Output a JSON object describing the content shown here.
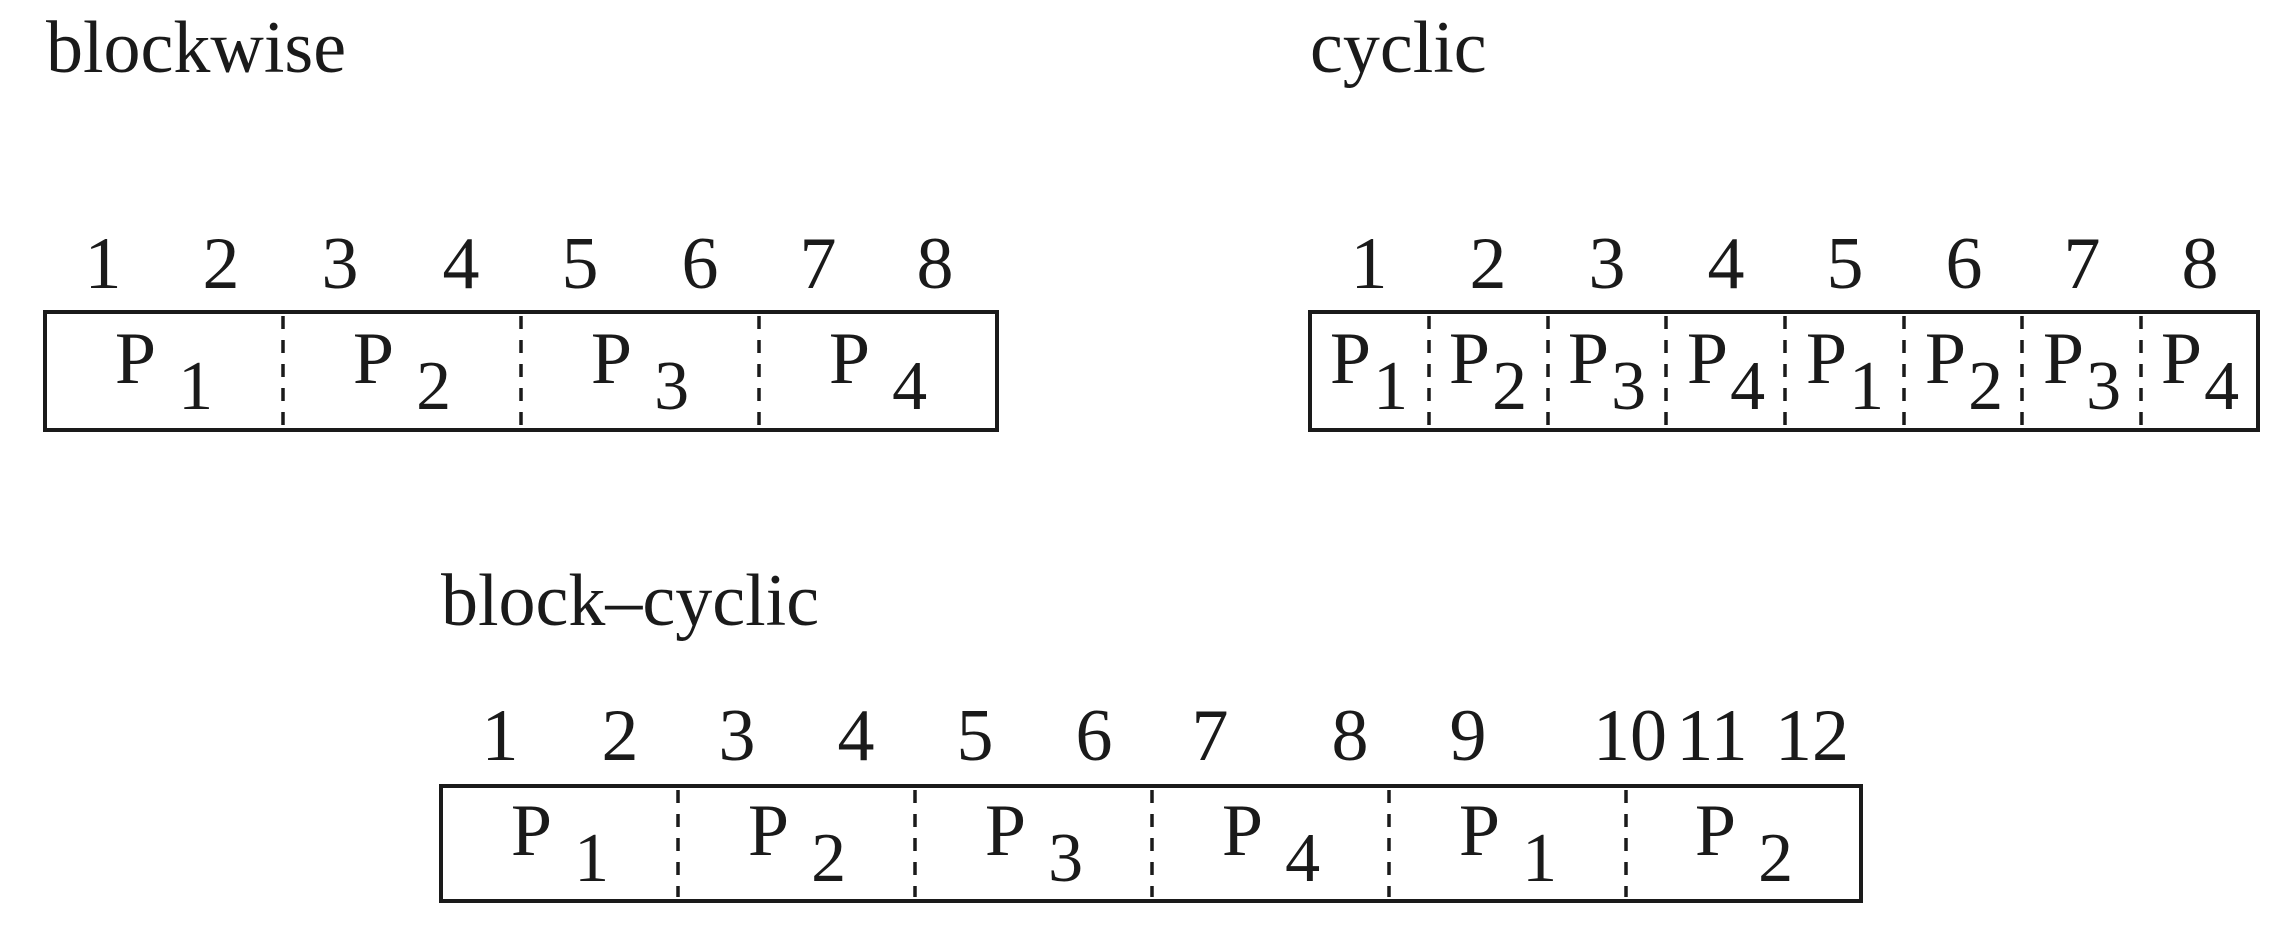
{
  "diagrams": [
    {
      "id": "blockwise",
      "title": "blockwise",
      "indices": [
        "1",
        "2",
        "3",
        "4",
        "5",
        "6",
        "7",
        "8"
      ],
      "segments": [
        {
          "letter": "P",
          "sub": "1"
        },
        {
          "letter": "P",
          "sub": "2"
        },
        {
          "letter": "P",
          "sub": "3"
        },
        {
          "letter": "P",
          "sub": "4"
        }
      ]
    },
    {
      "id": "cyclic",
      "title": "cyclic",
      "indices": [
        "1",
        "2",
        "3",
        "4",
        "5",
        "6",
        "7",
        "8"
      ],
      "segments": [
        {
          "letter": "P",
          "sub": "1"
        },
        {
          "letter": "P",
          "sub": "2"
        },
        {
          "letter": "P",
          "sub": "3"
        },
        {
          "letter": "P",
          "sub": "4"
        },
        {
          "letter": "P",
          "sub": "1"
        },
        {
          "letter": "P",
          "sub": "2"
        },
        {
          "letter": "P",
          "sub": "3"
        },
        {
          "letter": "P",
          "sub": "4"
        }
      ]
    },
    {
      "id": "block-cyclic",
      "title": "block–cyclic",
      "indices": [
        "1",
        "2",
        "3",
        "4",
        "5",
        "6",
        "7",
        "8",
        "9",
        "10",
        "11",
        "12"
      ],
      "segments": [
        {
          "letter": "P",
          "sub": "1"
        },
        {
          "letter": "P",
          "sub": "2"
        },
        {
          "letter": "P",
          "sub": "3"
        },
        {
          "letter": "P",
          "sub": "4"
        },
        {
          "letter": "P",
          "sub": "1"
        },
        {
          "letter": "P",
          "sub": "2"
        }
      ]
    }
  ]
}
